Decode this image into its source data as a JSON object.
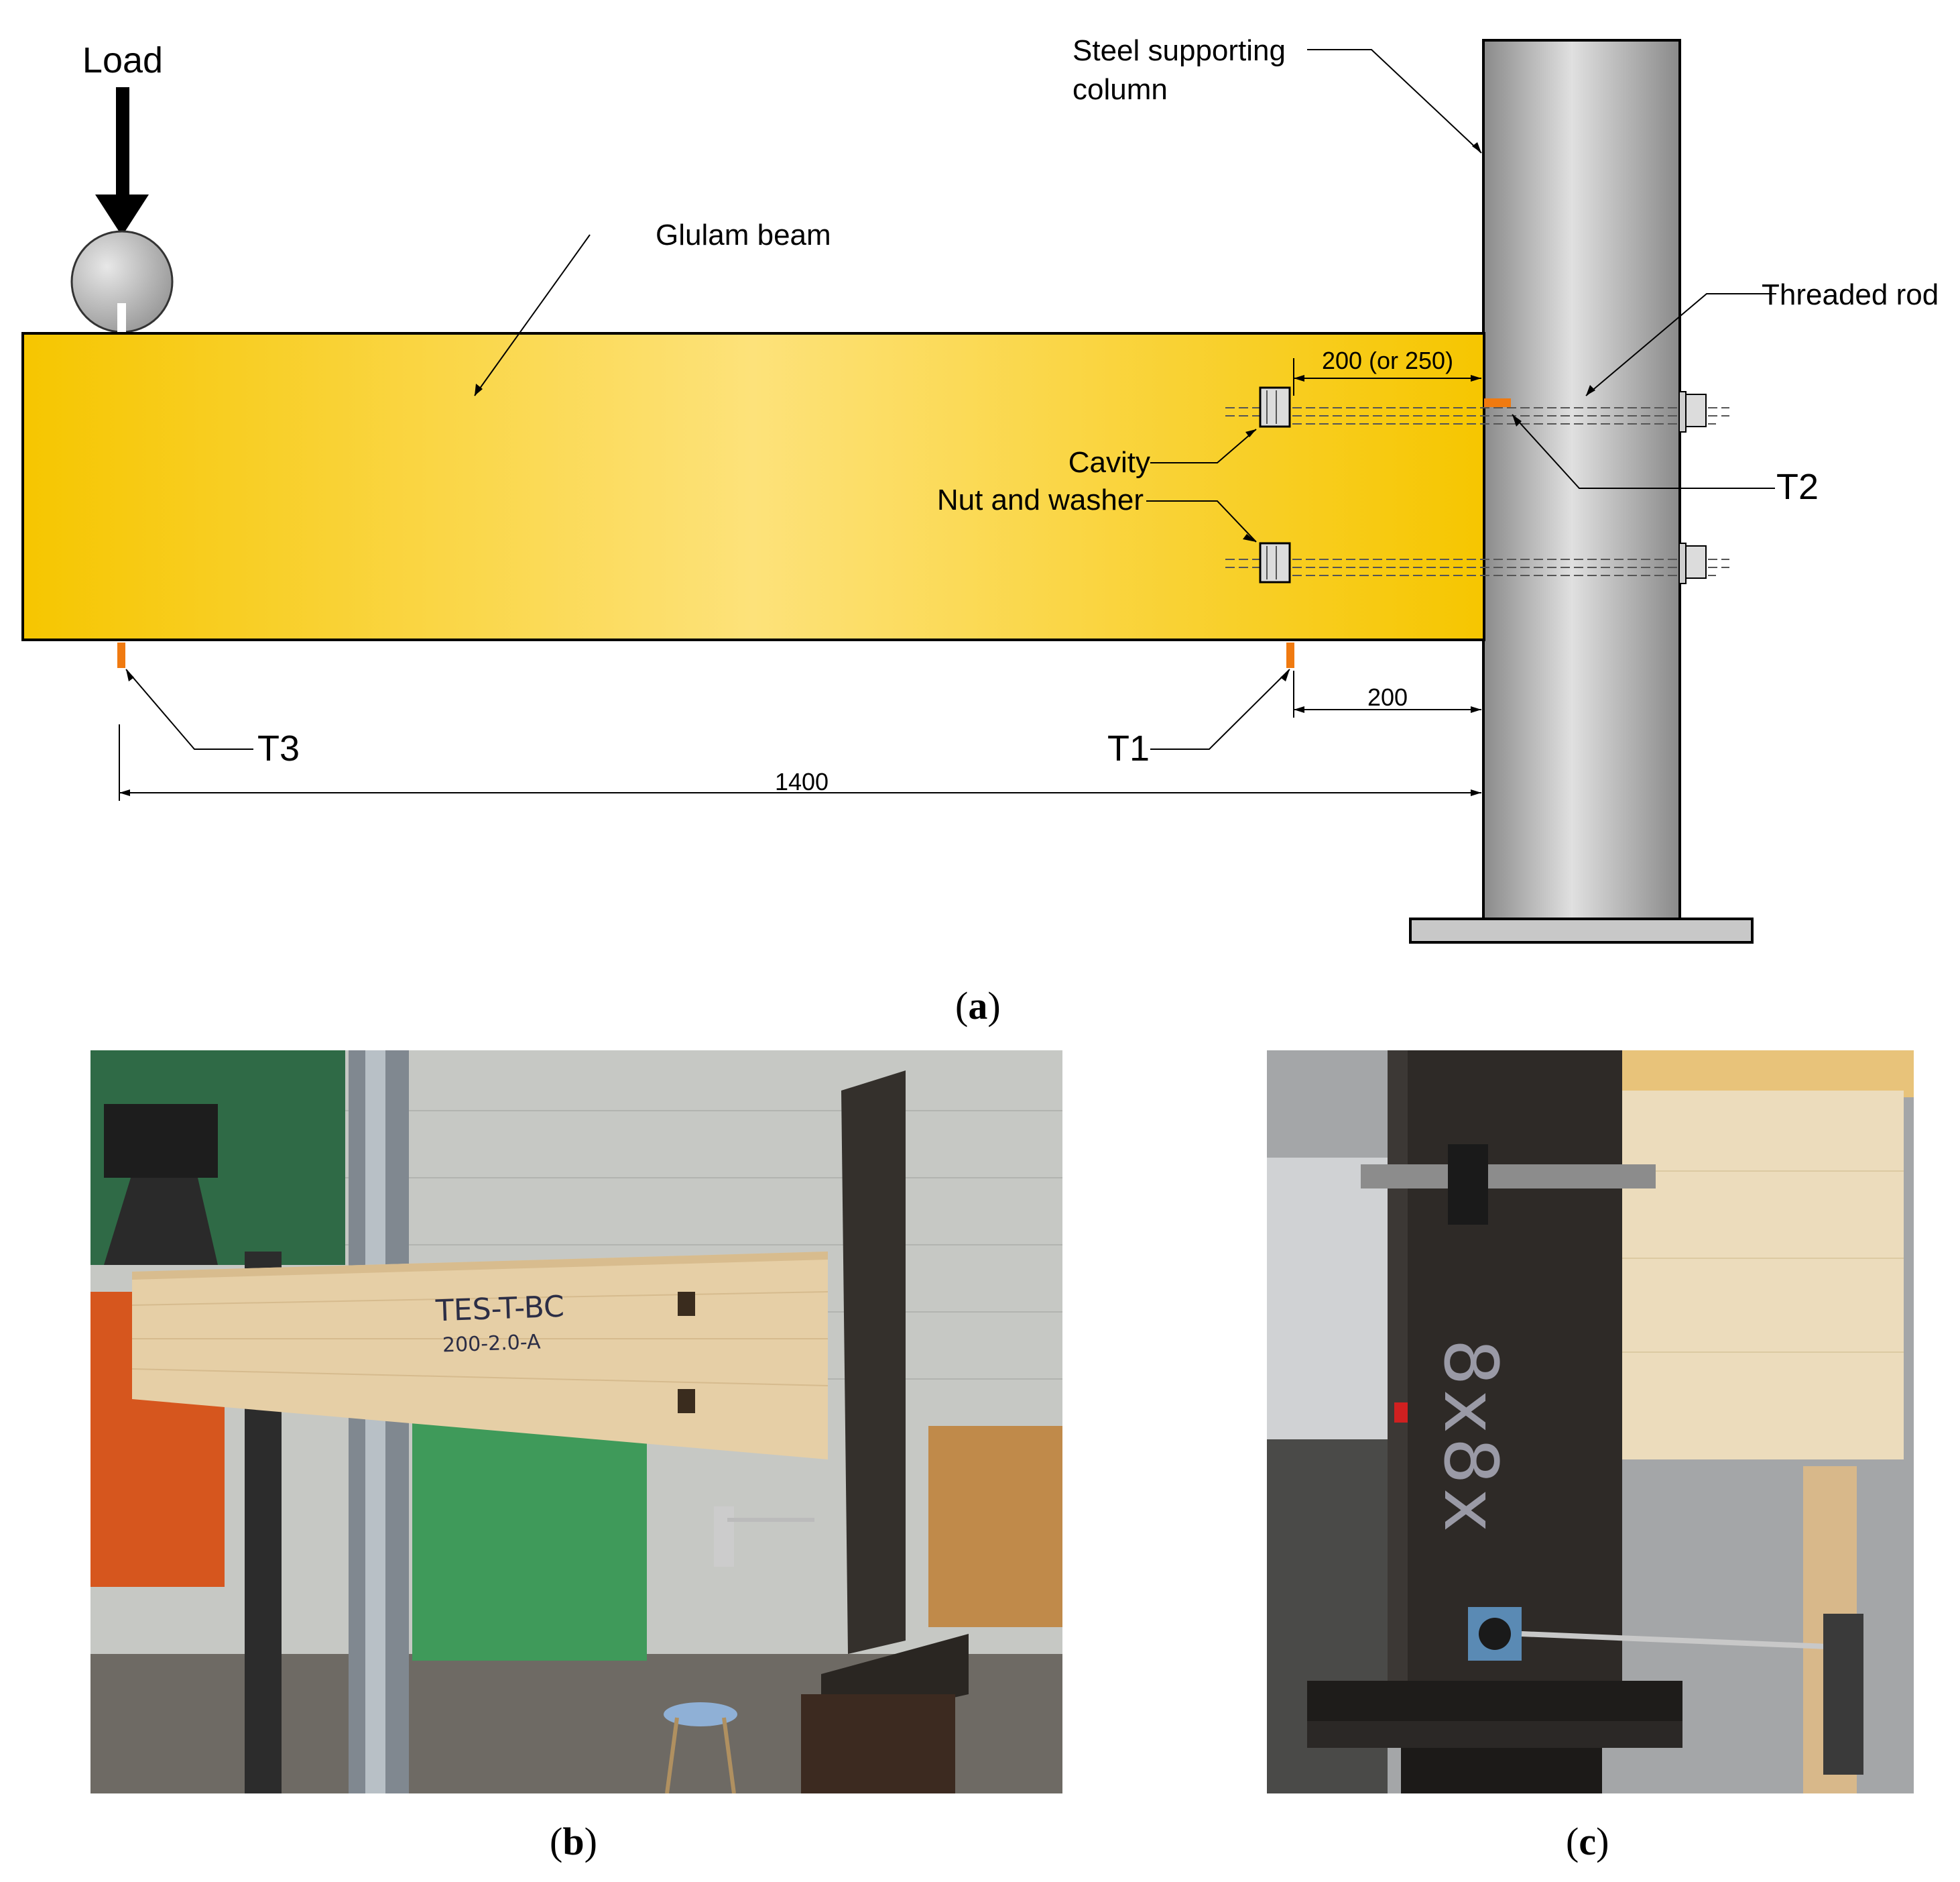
{
  "panel_a": {
    "caption": "a",
    "labels": {
      "load": "Load",
      "glulam_beam": "Glulam beam",
      "steel_column_line1": "Steel supporting",
      "steel_column_line2": "column",
      "threaded_rod": "Threaded rod",
      "cavity": "Cavity",
      "nut_washer": "Nut and washer",
      "t1": "T1",
      "t2": "T2",
      "t3": "T3"
    },
    "dimensions": {
      "rod_embed": "200 (or 250)",
      "t1_offset": "200",
      "overall": "1400"
    },
    "colors": {
      "beam_edge": "#f5c400",
      "beam_center": "#fde37a",
      "column_dark": "#8e8e8e",
      "column_light": "#dcdcdc",
      "sensor": "#f07a10"
    }
  },
  "panel_b": {
    "caption": "b",
    "beam_marking_line1": "TES-T-BC",
    "beam_marking_line2": "200-2.0-A"
  },
  "panel_c": {
    "caption": "c",
    "column_marking": "8x8x"
  }
}
